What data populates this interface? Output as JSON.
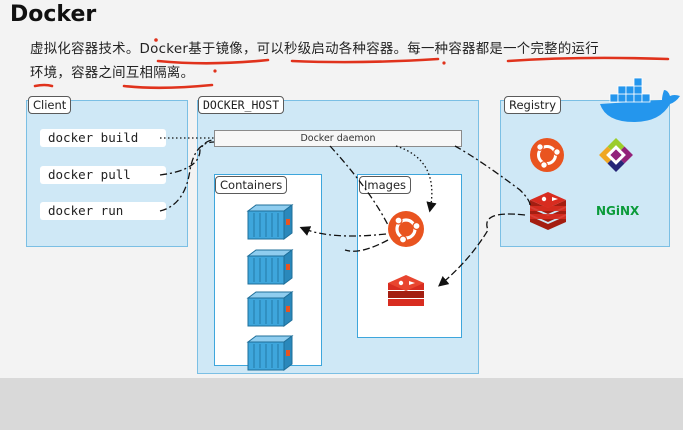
{
  "title": "Docker",
  "description": {
    "line1": "虚拟化容器技术。Docker基于镜像，可以秒级启动各种容器。每一种容器都是一个完整的运行",
    "line2": "环境，容器之间互相隔离。"
  },
  "diagram": {
    "client": {
      "label": "Client",
      "commands": [
        "docker build",
        "docker pull",
        "docker run"
      ]
    },
    "host": {
      "label": "DOCKER_HOST",
      "daemon": "Docker daemon",
      "containers_label": "Containers",
      "images_label": "Images"
    },
    "registry": {
      "label": "Registry",
      "nginx_text": "NGiNX"
    }
  },
  "colors": {
    "accent_red": "#e0321c",
    "box_fill": "#cfe8f6",
    "box_border": "#3ea6dc",
    "ubuntu_orange": "#e95420",
    "redis_red": "#d82c20",
    "nginx_green": "#0b9b3a",
    "docker_blue": "#2496ed"
  },
  "icons": {
    "ubuntu": "ubuntu-logo-icon",
    "redis": "redis-logo-icon",
    "centos": "centos-logo-icon",
    "nginx": "nginx-logo-icon",
    "docker_whale": "docker-whale-icon",
    "container": "container-icon"
  }
}
